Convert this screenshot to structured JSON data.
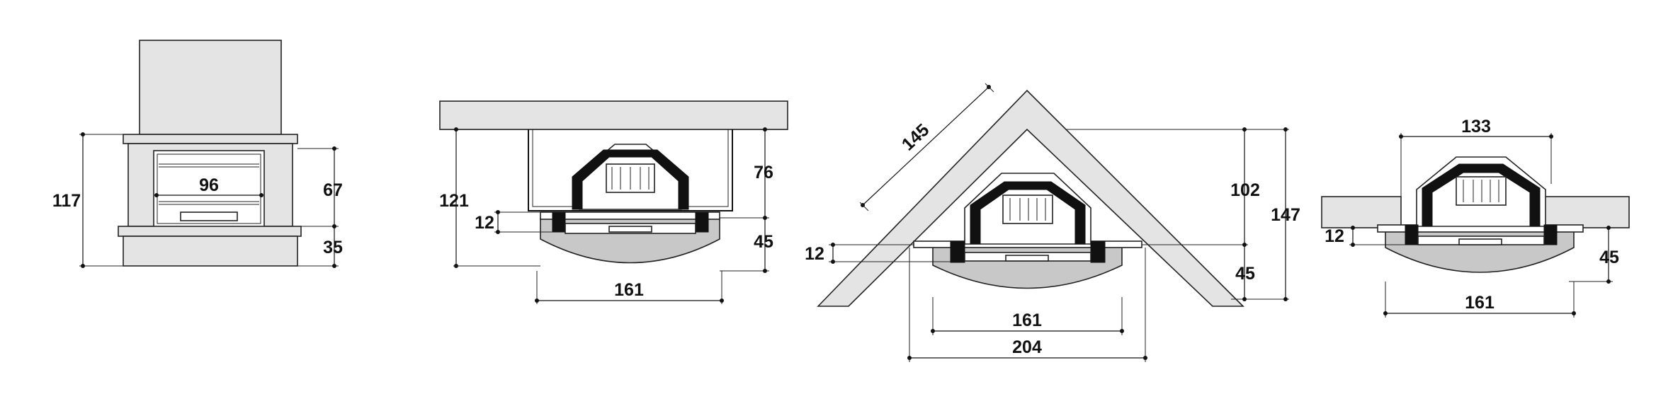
{
  "views": [
    {
      "name": "front-elevation",
      "dimensions": {
        "total_height": "117",
        "opening_width": "96",
        "upper_height": "67",
        "base_height": "35"
      }
    },
    {
      "name": "flat-wall-plan",
      "dimensions": {
        "height": "121",
        "depth": "76",
        "side_offset": "12",
        "projection": "45",
        "width": "161"
      }
    },
    {
      "name": "corner-plan",
      "dimensions": {
        "diagonal": "145",
        "depth": "102",
        "total_depth": "147",
        "side_offset": "12",
        "projection": "45",
        "inner_width": "161",
        "outer_width": "204"
      }
    },
    {
      "name": "wall-recess-plan",
      "dimensions": {
        "top_width": "133",
        "side_offset": "12",
        "projection": "45",
        "width": "161"
      }
    }
  ]
}
